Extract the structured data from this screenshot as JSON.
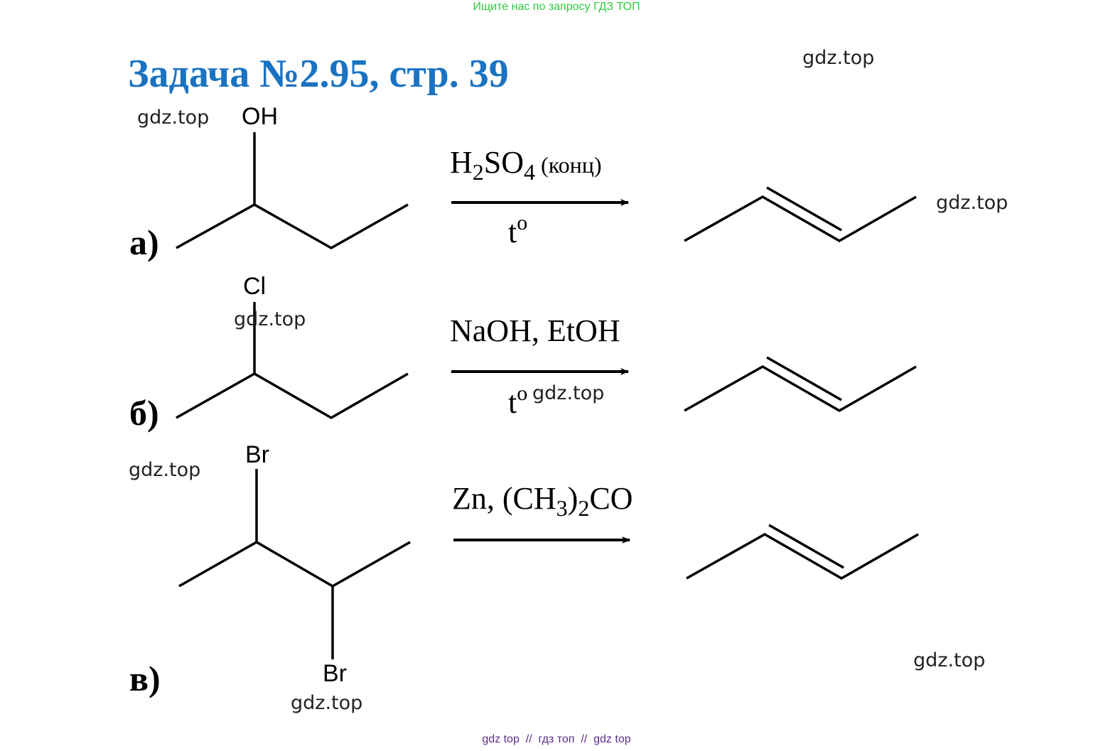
{
  "banner": "Ищите нас по запросу ГДЗ ТОП",
  "title": "Задача №2.95, стр. 39",
  "watermark": "gdz.top",
  "footer": "gdz top  //  гдз топ  //  gdz top",
  "reactions": [
    {
      "label": "а)",
      "substituents": [
        "OH"
      ],
      "reagent": {
        "main": "H",
        "sub1": "2",
        "mid": "SO",
        "sub2": "4",
        "small": " (конц)"
      },
      "condition": {
        "t": "t",
        "sup": "o"
      }
    },
    {
      "label": "б)",
      "substituents": [
        "Cl"
      ],
      "reagent": {
        "text": "NaOH, EtOH"
      },
      "condition": {
        "t": "t",
        "sup": "o"
      }
    },
    {
      "label": "в)",
      "substituents": [
        "Br",
        "Br"
      ],
      "reagent": {
        "pre": "Zn, (CH",
        "sub1": "3",
        "mid": ")",
        "sub2": "2",
        "post": "CO"
      }
    }
  ],
  "colors": {
    "title": "#1a73c2",
    "banner": "#2ecc40",
    "footer": "#5b2d8e"
  }
}
